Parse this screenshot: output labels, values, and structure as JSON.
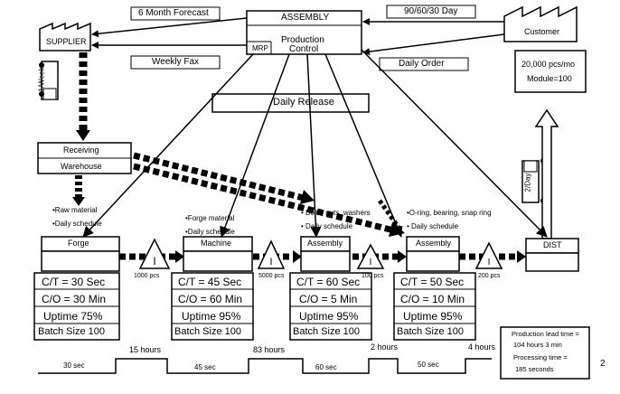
{
  "production_control": {
    "department": "ASSEMBLY",
    "title_line1": "Production",
    "title_line2": "Control",
    "system": "MRP"
  },
  "supplier": {
    "label": "SUPPLIER",
    "frequency": "1/Week"
  },
  "customer": {
    "label": "Customer",
    "demand": "20,000 pcs/mo",
    "module": "Module=100",
    "frequency": "2/Day"
  },
  "info_flows": {
    "forecast": "6 Month Forecast",
    "fax": "Weekly Fax",
    "customer_forecast": "90/60/30 Day",
    "daily_order": "Daily Order",
    "daily_release": "Daily Release"
  },
  "receiving": {
    "top": "Receiving",
    "bottom": "Warehouse"
  },
  "process_notes": {
    "forge": [
      "•Raw material",
      "•Daily schedule"
    ],
    "machine": [
      "•Forge material",
      "•Daily schedule"
    ],
    "assembly1": [
      "• Bolts, nuts, washers",
      "• Daily schedule"
    ],
    "assembly2": [
      "•O-ring, bearing, snap ring",
      "• Daily schedule"
    ]
  },
  "processes": [
    {
      "name": "Forge",
      "ct": "C/T = 30 Sec",
      "co": "C/O = 30 Min",
      "uptime": "Uptime 75%",
      "batch": "Batch Size 100"
    },
    {
      "name": "Machine",
      "ct": "C/T = 45 Sec",
      "co": "C/O = 60 Min",
      "uptime": "Uptime 95%",
      "batch": "Batch Size 100"
    },
    {
      "name": "Assembly",
      "ct": "C/T = 60 Sec",
      "co": "C/O = 5 Min",
      "uptime": "Uptime 95%",
      "batch": "Batch Size 100"
    },
    {
      "name": "Assembly",
      "ct": "C/T = 50 Sec",
      "co": "C/O = 10 Min",
      "uptime": "Uptime 95%",
      "batch": "Batch Size 100"
    }
  ],
  "dist": "DIST",
  "inventory": [
    "1000 pcs",
    "5000 pcs",
    "100 pcs",
    "200 pcs"
  ],
  "timeline": {
    "waits": [
      "15 hours",
      "83 hours",
      "2 hours",
      "4 hours"
    ],
    "processing": [
      "30 sec",
      "45 sec",
      "60 sec",
      "50 sec"
    ]
  },
  "summary": {
    "lead_label": "Production lead time =",
    "lead_value": "104 hours 3 min",
    "proc_label": "Processing time =",
    "proc_value": "185 seconds"
  },
  "watermark": "",
  "page_number": "2"
}
